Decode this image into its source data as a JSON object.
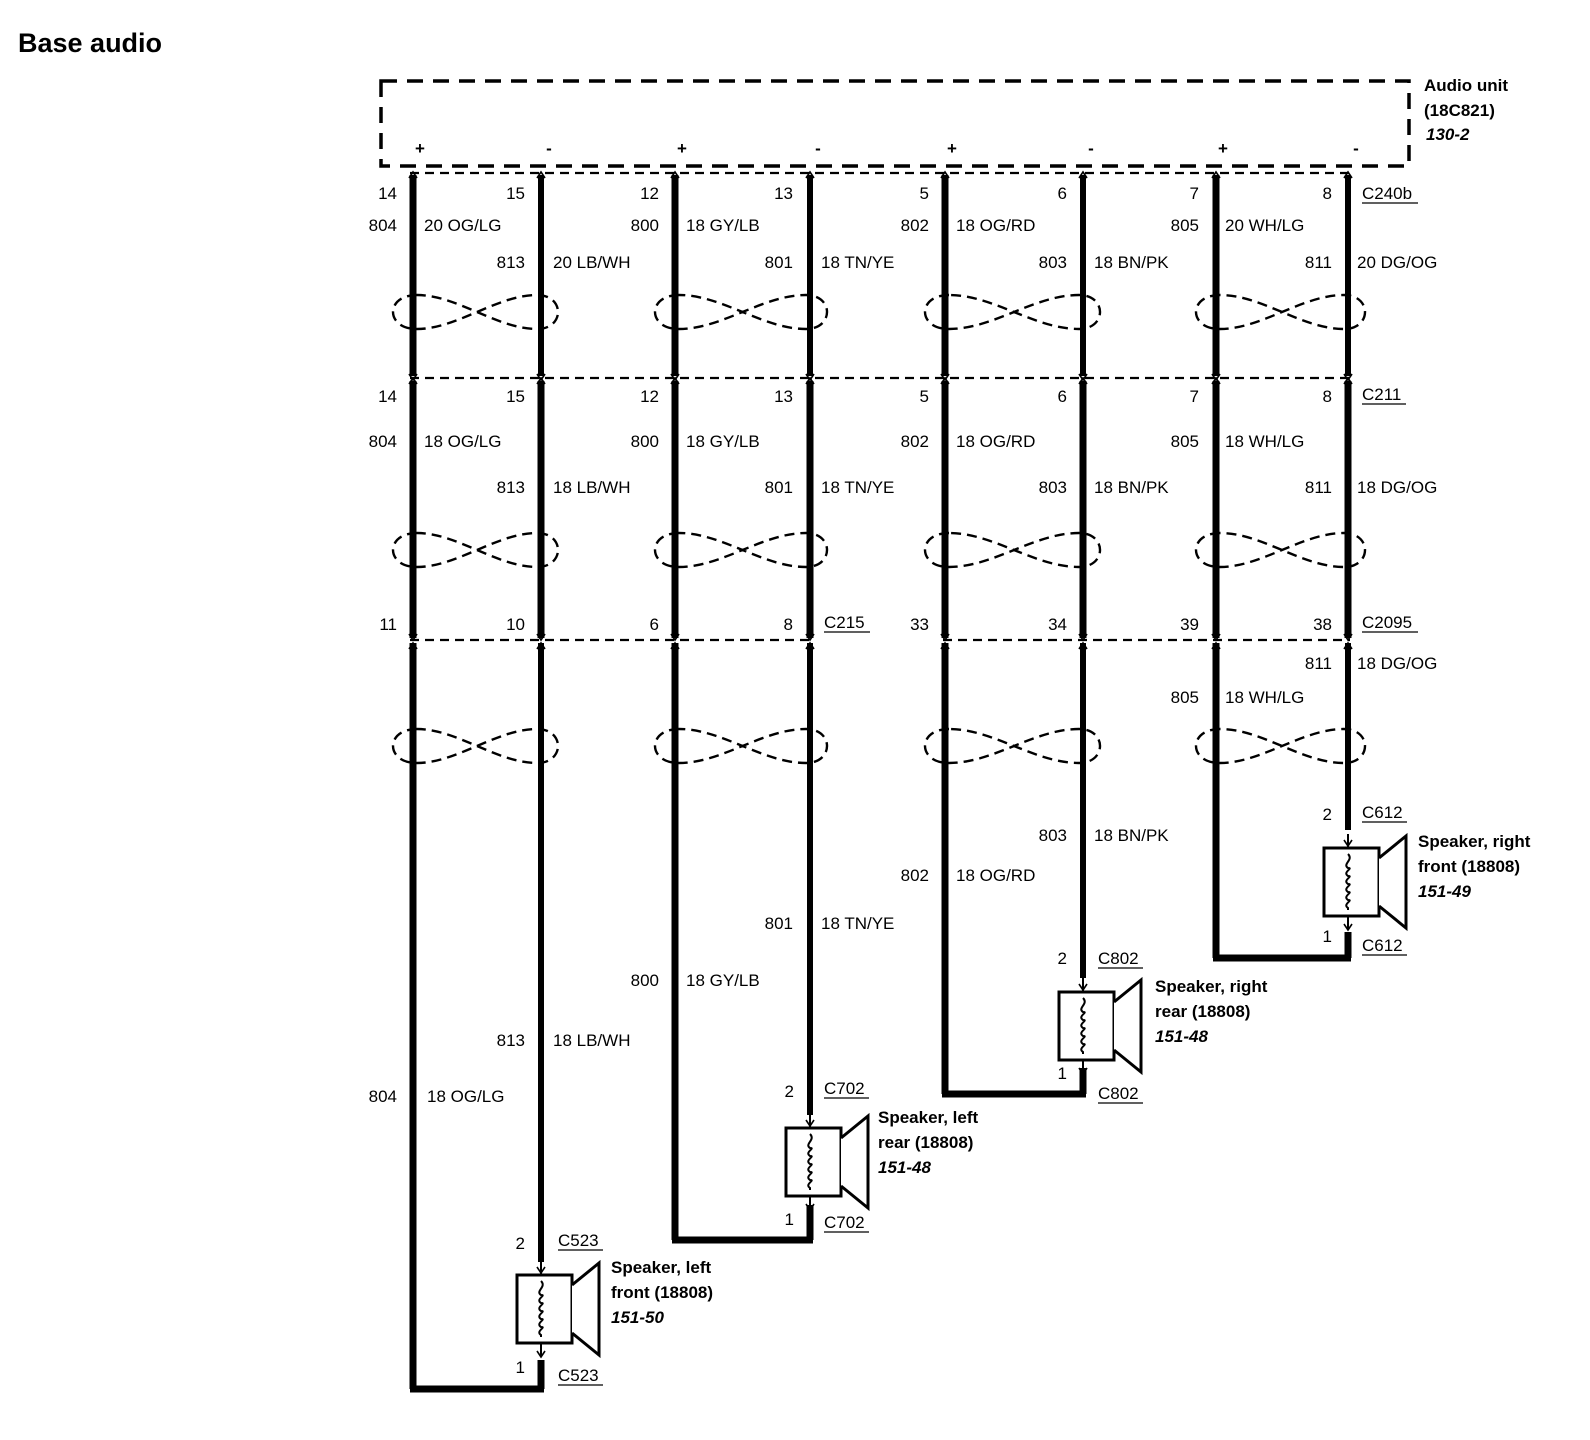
{
  "title": "Base audio",
  "audio_unit": {
    "name": "Audio unit",
    "part": "(18C821)",
    "page": "130-2",
    "pins": [
      "+",
      "-",
      "+",
      "-",
      "+",
      "-",
      "+",
      "-"
    ]
  },
  "connectors": {
    "top": "C240b",
    "middle": "C211",
    "bottom_left": "C215",
    "bottom_right": "C2095"
  },
  "wires": [
    {
      "c240b_pin": "14",
      "c211_pin": "14",
      "lower_pin": "11",
      "circuit": "804",
      "top_color": "20 OG/LG",
      "color": "18 OG/LG",
      "speaker_pin": "1"
    },
    {
      "c240b_pin": "15",
      "c211_pin": "15",
      "lower_pin": "10",
      "circuit": "813",
      "top_color": "20 LB/WH",
      "color": "18 LB/WH",
      "speaker_pin": "2"
    },
    {
      "c240b_pin": "12",
      "c211_pin": "12",
      "lower_pin": "6",
      "circuit": "800",
      "top_color": "18  GY/LB",
      "color": "18  GY/LB",
      "speaker_pin": "1"
    },
    {
      "c240b_pin": "13",
      "c211_pin": "13",
      "lower_pin": "8",
      "circuit": "801",
      "top_color": "18 TN/YE",
      "color": "18 TN/YE",
      "speaker_pin": "2"
    },
    {
      "c240b_pin": "5",
      "c211_pin": "5",
      "lower_pin": "33",
      "circuit": "802",
      "top_color": "18 OG/RD",
      "color": "18 OG/RD",
      "speaker_pin": "1"
    },
    {
      "c240b_pin": "6",
      "c211_pin": "6",
      "lower_pin": "34",
      "circuit": "803",
      "top_color": "18  BN/PK",
      "color": "18  BN/PK",
      "lower_color": "18 BN/PK",
      "speaker_pin": "2"
    },
    {
      "c240b_pin": "7",
      "c211_pin": "7",
      "lower_pin": "39",
      "circuit": "805",
      "top_color": "20 WH/LG",
      "color": "18 WH/LG",
      "speaker_pin": "1"
    },
    {
      "c240b_pin": "8",
      "c211_pin": "8",
      "lower_pin": "38",
      "circuit": "811",
      "top_color": "20 DG/OG",
      "color": "18 DG/OG",
      "speaker_pin": "2"
    }
  ],
  "speakers": [
    {
      "name_line1": "Speaker, left",
      "name_line2": "front (18808)",
      "page": "151-50",
      "connector": "C523"
    },
    {
      "name_line1": "Speaker, left",
      "name_line2": "rear (18808)",
      "page": "151-48",
      "connector": "C702"
    },
    {
      "name_line1": "Speaker, right",
      "name_line2": "rear (18808)",
      "page": "151-48",
      "connector": "C802"
    },
    {
      "name_line1": "Speaker, right",
      "name_line2": "front (18808)",
      "page": "151-49",
      "connector": "C612"
    }
  ]
}
